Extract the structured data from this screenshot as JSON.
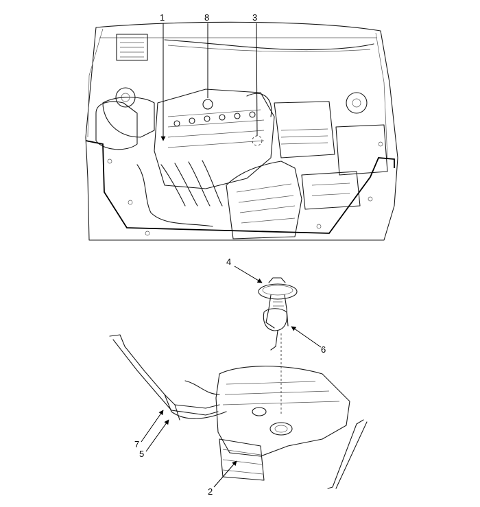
{
  "callouts": [
    {
      "id": "1",
      "label": "1"
    },
    {
      "id": "8",
      "label": "8"
    },
    {
      "id": "3",
      "label": "3"
    },
    {
      "id": "4",
      "label": "4"
    },
    {
      "id": "6",
      "label": "6"
    },
    {
      "id": "7",
      "label": "7"
    },
    {
      "id": "5",
      "label": "5"
    },
    {
      "id": "2",
      "label": "2"
    }
  ]
}
